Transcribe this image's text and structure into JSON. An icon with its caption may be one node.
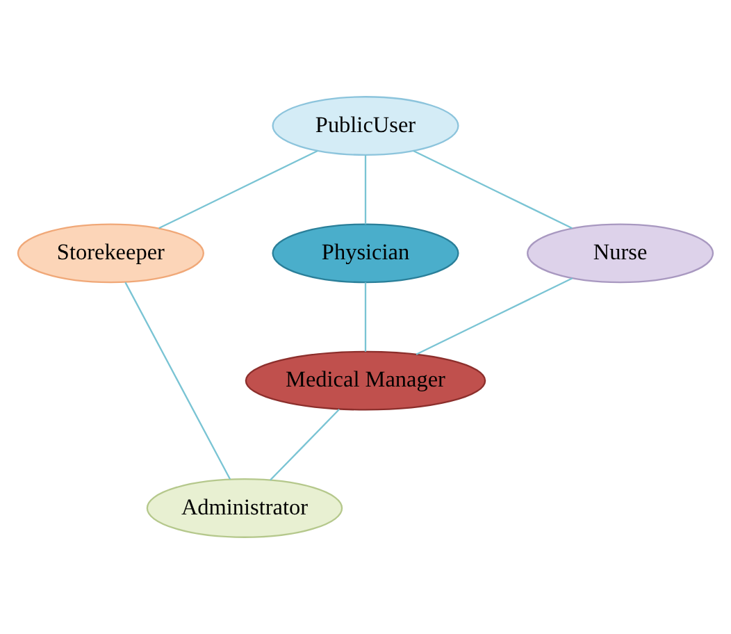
{
  "diagram": {
    "nodes": [
      {
        "text": [
          "PublicUser"
        ]
      },
      {
        "text": [
          "Storekeeper"
        ]
      },
      {
        "text": [
          "Physician"
        ]
      },
      {
        "text": [
          "Nurse"
        ]
      },
      {
        "text": [
          "Medical Manager"
        ]
      },
      {
        "text": [
          "Administrator"
        ]
      }
    ],
    "edges": [
      {
        "from": 0,
        "to": 1,
        "arrow": "none"
      },
      {
        "from": 0,
        "to": 2,
        "arrow": "none"
      },
      {
        "from": 0,
        "to": 3,
        "arrow": "none"
      },
      {
        "from": 2,
        "to": 4,
        "arrow": "none"
      },
      {
        "from": 3,
        "to": 4,
        "arrow": "none"
      },
      {
        "from": 1,
        "to": 5,
        "arrow": "none"
      },
      {
        "from": 4,
        "to": 5,
        "arrow": "none"
      }
    ]
  }
}
